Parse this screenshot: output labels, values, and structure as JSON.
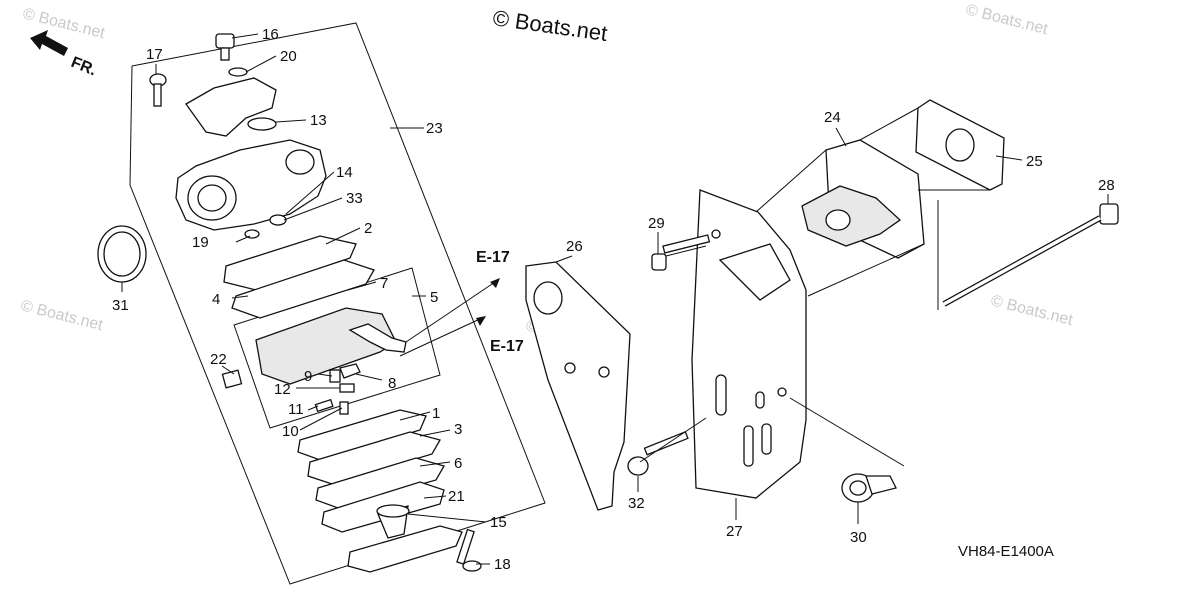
{
  "diagram": {
    "copyright": "© Boats.net",
    "watermark": "© Boats.net",
    "direction_label": "FR.",
    "drawing_code": "VH84-E1400A",
    "refs": {
      "upper": "E-17",
      "lower": "E-17"
    },
    "callouts": [
      "1",
      "2",
      "3",
      "4",
      "5",
      "6",
      "7",
      "8",
      "9",
      "10",
      "11",
      "12",
      "13",
      "14",
      "15",
      "16",
      "17",
      "18",
      "19",
      "20",
      "21",
      "22",
      "23",
      "24",
      "25",
      "26",
      "27",
      "28",
      "29",
      "30",
      "31",
      "32",
      "33"
    ]
  }
}
